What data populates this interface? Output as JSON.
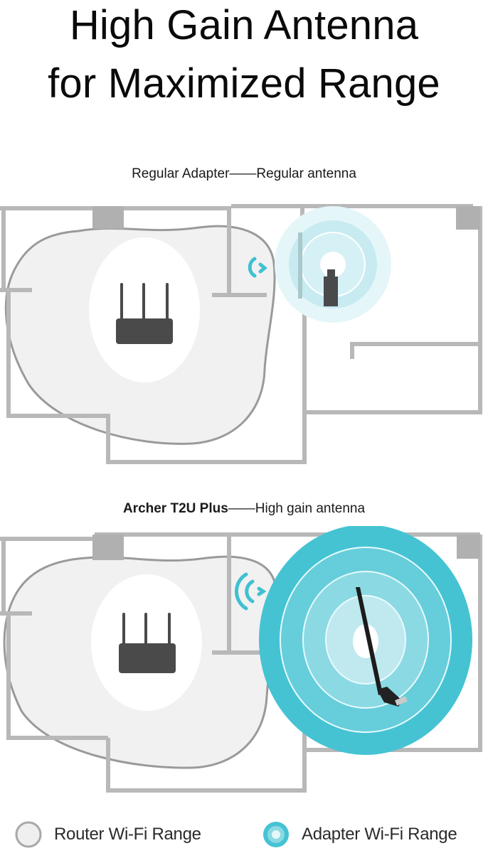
{
  "header": {
    "title_line1": "High Gain Antenna",
    "title_line2": "for Maximized Range"
  },
  "comparison": [
    {
      "id": "regular",
      "product": "Regular Adapter",
      "separator": "——",
      "antenna": "Regular antenna",
      "adapter_range": "small",
      "icons": [
        "router-icon",
        "wifi-signal-icon",
        "usb-adapter-icon"
      ]
    },
    {
      "id": "archer",
      "product": "Archer T2U Plus",
      "separator": "——",
      "antenna": "High gain antenna",
      "adapter_range": "large",
      "icons": [
        "router-icon",
        "wifi-signal-icon",
        "high-gain-usb-adapter-icon"
      ]
    }
  ],
  "legend": [
    {
      "label": "Router Wi-Fi Range",
      "swatch": "router-range-swatch"
    },
    {
      "label": "Adapter Wi-Fi Range",
      "swatch": "adapter-range-swatch"
    }
  ],
  "colors": {
    "wall": "#b5b5b5",
    "router_range_fill": "#f1f1f1",
    "router_range_stroke": "#9a9a9a",
    "device": "#4a4a4a",
    "accent_teal": "#3fc1d1",
    "teal_light": "#d6f1f5",
    "teal_mid": "#79d2de"
  }
}
